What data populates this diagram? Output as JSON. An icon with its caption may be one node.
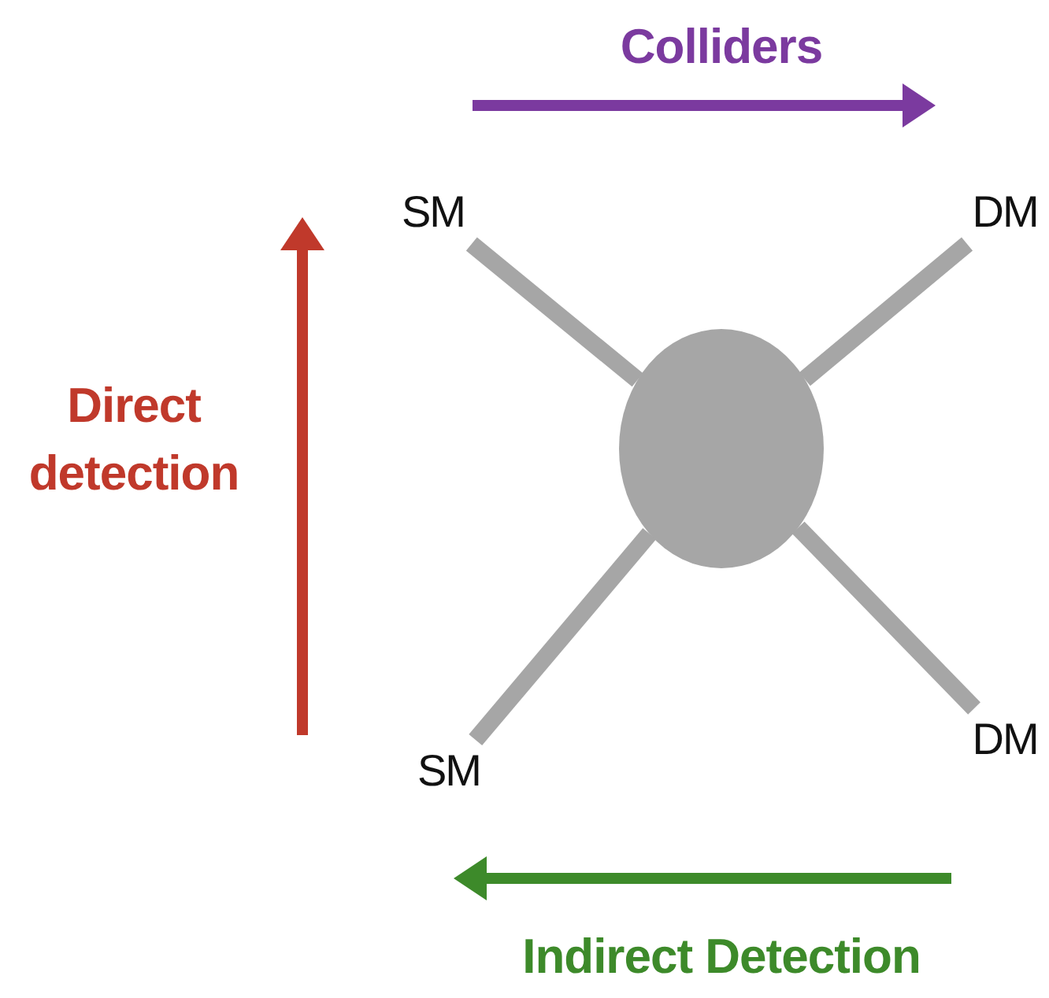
{
  "diagram": {
    "nodes": [
      {
        "text": [
          "SM"
        ]
      },
      {
        "text": [
          "DM"
        ]
      },
      {
        "text": [
          "SM"
        ]
      },
      {
        "text": [
          "DM"
        ]
      },
      {
        "text": [],
        "shape": "circle"
      }
    ],
    "edges": [
      {
        "from": 0,
        "to": 4,
        "arrow": "none"
      },
      {
        "from": 1,
        "to": 4,
        "arrow": "none"
      },
      {
        "from": 2,
        "to": 4,
        "arrow": "none"
      },
      {
        "from": 3,
        "to": 4,
        "arrow": "none"
      }
    ],
    "labels": [
      "Colliders",
      "Direct detection",
      "Indirect Detection"
    ]
  }
}
